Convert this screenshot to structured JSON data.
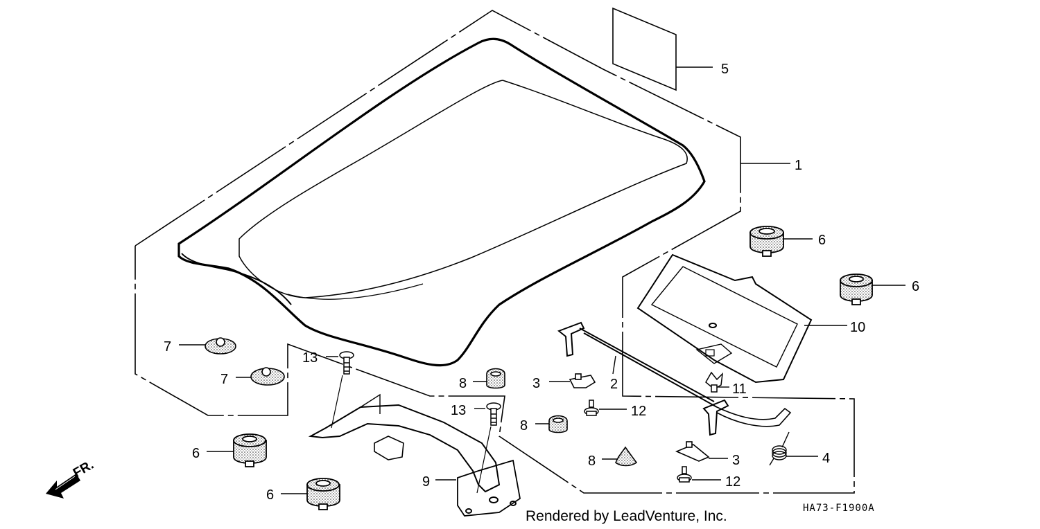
{
  "diagram": {
    "callouts": [
      "1",
      "2",
      "3",
      "3",
      "4",
      "5",
      "6",
      "6",
      "6",
      "6",
      "7",
      "7",
      "8",
      "8",
      "8",
      "9",
      "10",
      "11",
      "12",
      "12",
      "13",
      "13"
    ],
    "direction_label": "FR.",
    "diagram_code": "HA73-F1900A",
    "credit": "Rendered by LeadVenture, Inc."
  }
}
